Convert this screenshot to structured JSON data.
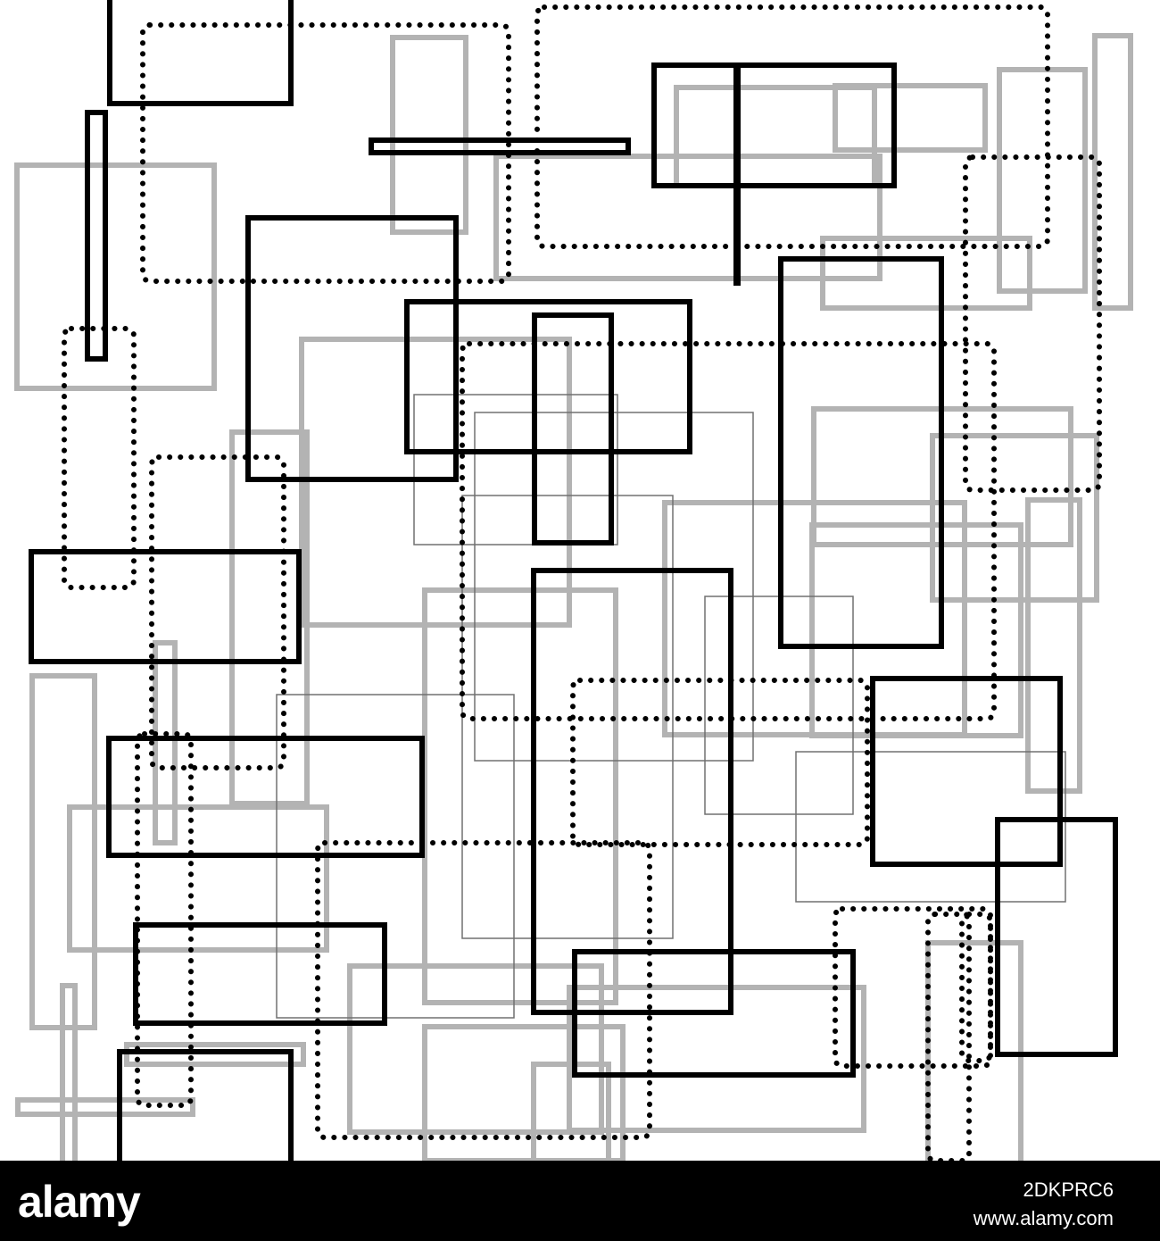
{
  "artwork": {
    "description": "Abstract monochrome pattern of overlapping rectangles",
    "colors": {
      "background": "#ffffff",
      "solid_black": "#000000",
      "gray": "#9a9a9a",
      "thin_gray": "#707070",
      "dotted": "#000000"
    }
  },
  "footer": {
    "brand": "alamy",
    "image_id": "2DKPRC6",
    "url": "www.alamy.com",
    "background": "#000000",
    "text_color": "#ffffff"
  }
}
